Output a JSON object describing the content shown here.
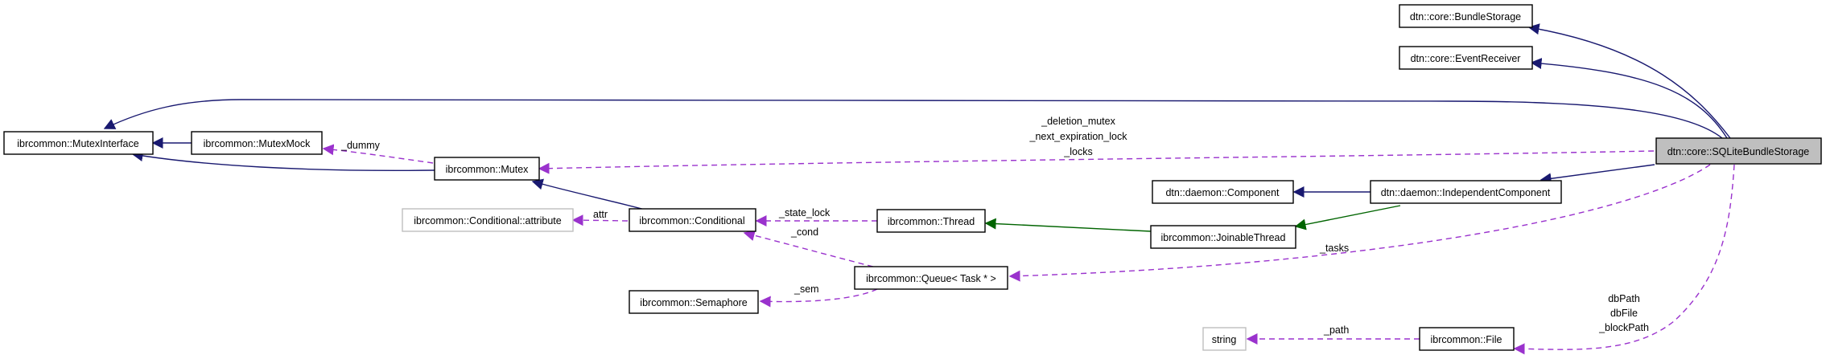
{
  "diagram": {
    "colors": {
      "inheritance": "#191970",
      "inheritance_alt": "#006400",
      "usage": "#9a32cd",
      "focus_fill": "#bfbfbf",
      "muted_border": "#bfbfbf"
    },
    "nodes": {
      "bundle_storage": "dtn::core::BundleStorage",
      "event_receiver": "dtn::core::EventReceiver",
      "mutex_interface": "ibrcommon::MutexInterface",
      "mutex_mock": "ibrcommon::MutexMock",
      "mutex": "ibrcommon::Mutex",
      "sqlite_bundle_storage": "dtn::core::SQLiteBundleStorage",
      "component": "dtn::daemon::Component",
      "independent_component": "dtn::daemon::IndependentComponent",
      "conditional_attribute": "ibrcommon::Conditional::attribute",
      "conditional": "ibrcommon::Conditional",
      "thread": "ibrcommon::Thread",
      "joinable_thread": "ibrcommon::JoinableThread",
      "semaphore": "ibrcommon::Semaphore",
      "queue": "ibrcommon::Queue< Task * >",
      "string": "string",
      "file": "ibrcommon::File"
    },
    "edge_labels": {
      "dummy": "_dummy",
      "deletion_mutex": "_deletion_mutex",
      "next_expiration_lock": "_next_expiration_lock",
      "locks": "_locks",
      "attr": "attr",
      "state_lock": "_state_lock",
      "cond": "_cond",
      "tasks": "_tasks",
      "sem": "_sem",
      "db_path": "dbPath",
      "db_file": "dbFile",
      "block_path": "_blockPath",
      "path": "_path"
    }
  }
}
